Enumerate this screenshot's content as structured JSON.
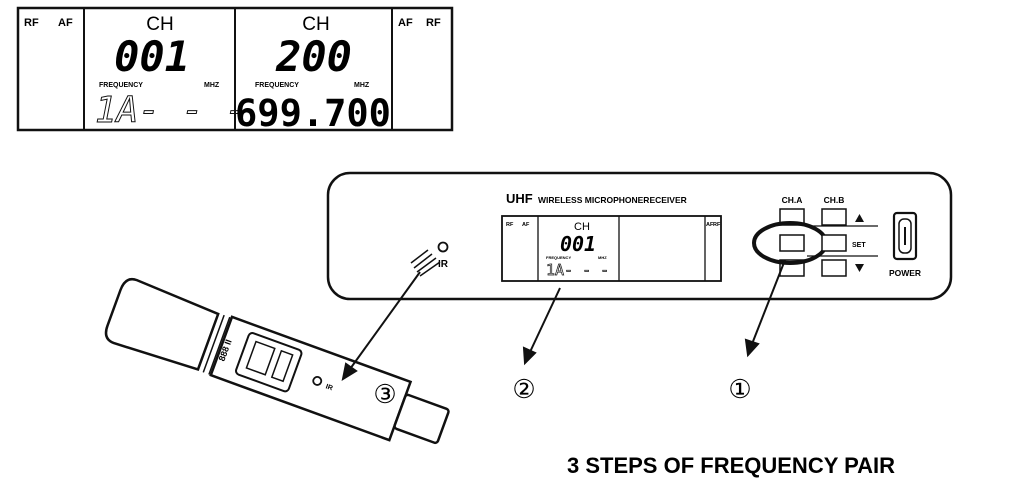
{
  "lcd": {
    "rf": "RF",
    "af": "AF",
    "left": {
      "ch_label": "CH",
      "ch_value": "001",
      "freq_label": "FREQUENCY",
      "mhz": "MHZ",
      "freq_value": "1A- - -"
    },
    "right": {
      "ch_label": "CH",
      "ch_value": "200",
      "freq_label": "FREQUENCY",
      "mhz": "MHZ",
      "freq_value": "699.700"
    }
  },
  "receiver": {
    "title_big": "UHF",
    "title_small": "WIRELESS MICROPHONERECEIVER",
    "ch_a": "CH.A",
    "ch_b": "CH.B",
    "set": "SET",
    "power": "POWER",
    "ir": "IR",
    "mini_lcd": {
      "rf": "RF",
      "af": "AF",
      "ch": "CH",
      "ch_value": "001",
      "freq": "FREQUENCY",
      "mhz": "MHZ",
      "freq_value": "1A- - -"
    }
  },
  "mic": {
    "model": "888 II",
    "ir": "IR"
  },
  "steps": [
    "①",
    "②",
    "③"
  ],
  "caption": "3 STEPS OF FREQUENCY PAIR"
}
